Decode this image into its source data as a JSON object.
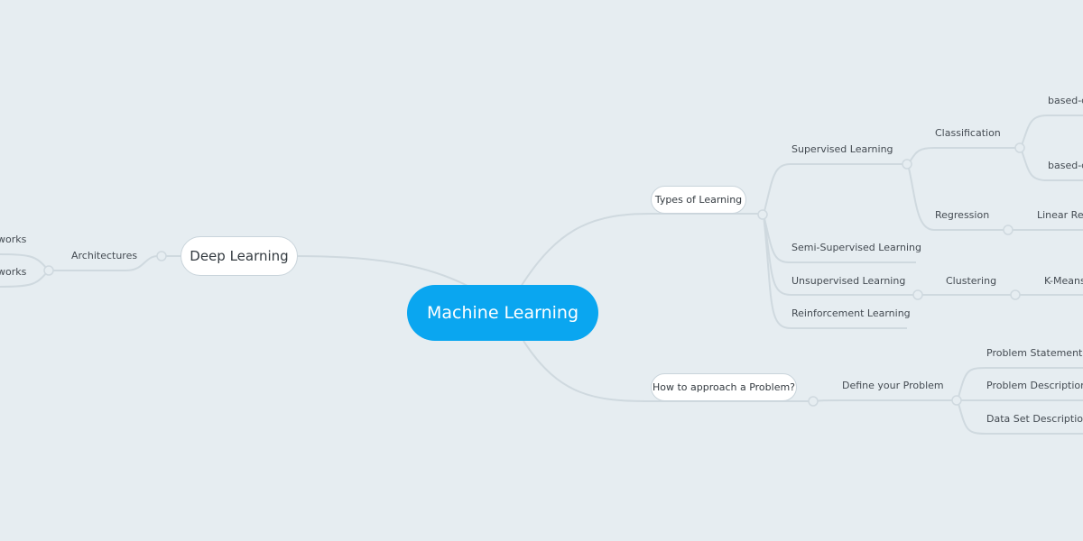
{
  "root": {
    "label": "Machine Learning"
  },
  "deep_learning": {
    "label": "Deep Learning",
    "architectures": {
      "label": "Architectures",
      "children": [
        "works",
        "works"
      ]
    }
  },
  "types_of_learning": {
    "label": "Types of Learning",
    "supervised": {
      "label": "Supervised Learning",
      "classification": {
        "label": "Classification",
        "children": [
          "based-c",
          "based-c"
        ]
      },
      "regression": {
        "label": "Regression",
        "children": [
          "Linear Reg"
        ]
      }
    },
    "semi_supervised": {
      "label": "Semi-Supervised Learning"
    },
    "unsupervised": {
      "label": "Unsupervised Learning",
      "clustering": {
        "label": "Clustering",
        "children": [
          "K-Means"
        ]
      }
    },
    "reinforcement": {
      "label": "Reinforcement Learning"
    }
  },
  "approach": {
    "label": "How to approach a Problem?",
    "define": {
      "label": "Define your Problem",
      "children": [
        "Problem Statement",
        "Problem Description",
        "Data Set Description"
      ]
    }
  },
  "colors": {
    "root": "#0aa6f0",
    "background": "#e6edf1",
    "edge": "#cfd9df"
  }
}
